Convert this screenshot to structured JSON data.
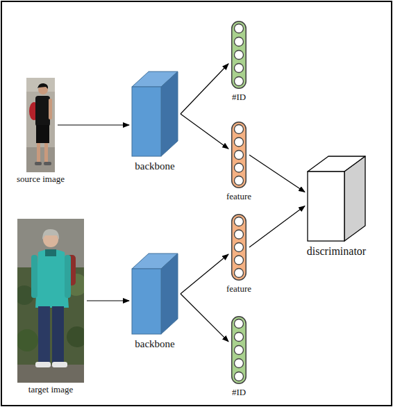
{
  "diagram": {
    "nodes": [
      {
        "text": [
          "source image"
        ]
      },
      {
        "text": [
          "backbone"
        ]
      },
      {
        "text": [
          "#ID"
        ]
      },
      {
        "text": [
          "feature"
        ]
      },
      {
        "text": [
          "discriminator"
        ]
      },
      {
        "text": [
          "target image"
        ]
      },
      {
        "text": [
          "backbone"
        ]
      },
      {
        "text": [
          "feature"
        ]
      },
      {
        "text": [
          "#ID"
        ]
      }
    ],
    "edges": [
      {
        "from": 0,
        "to": 1,
        "arrow": "to"
      },
      {
        "from": 1,
        "to": 2,
        "arrow": "to"
      },
      {
        "from": 1,
        "to": 3,
        "arrow": "to"
      },
      {
        "from": 3,
        "to": 4,
        "arrow": "to"
      },
      {
        "from": 5,
        "to": 6,
        "arrow": "to"
      },
      {
        "from": 6,
        "to": 7,
        "arrow": "to"
      },
      {
        "from": 6,
        "to": 8,
        "arrow": "to"
      },
      {
        "from": 7,
        "to": 4,
        "arrow": "to"
      }
    ]
  }
}
